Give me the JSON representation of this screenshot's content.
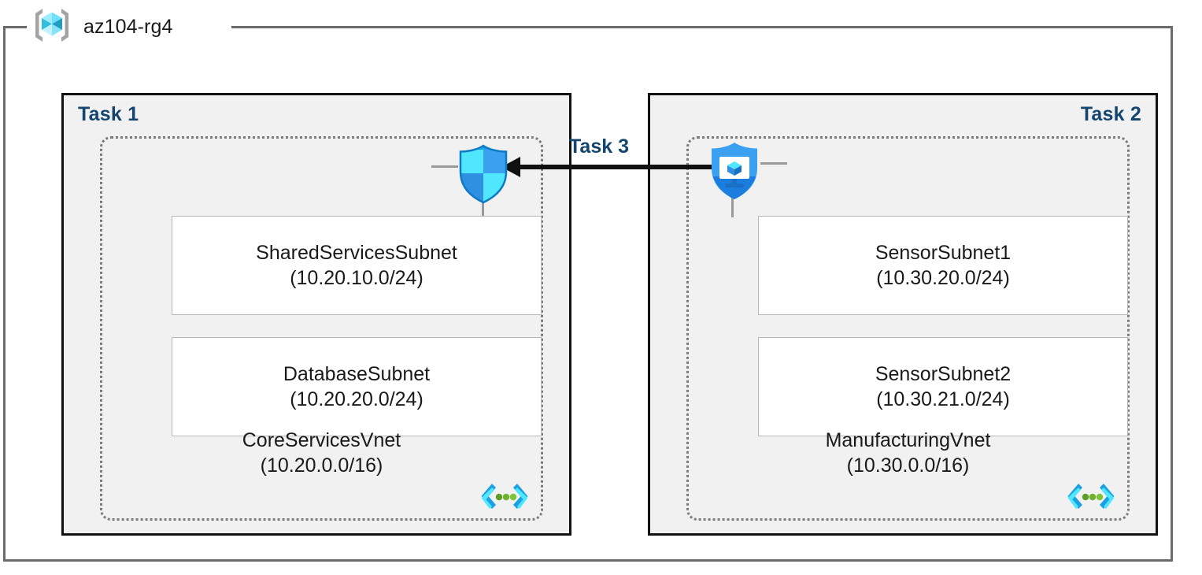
{
  "resource_group": {
    "name": "az104-rg4",
    "icon": "azure-resource-group-icon"
  },
  "tasks": [
    {
      "label": "Task 1",
      "align": "left",
      "vnet": {
        "name": "CoreServicesVnet",
        "cidr": "(10.20.0.0/16)",
        "icon": "virtual-network-icon",
        "subnets": [
          {
            "name": "SharedServicesSubnet",
            "cidr": "(10.20.10.0/24)"
          },
          {
            "name": "DatabaseSubnet",
            "cidr": "(10.20.20.0/24)"
          }
        ]
      }
    },
    {
      "label": "Task 2",
      "align": "right",
      "vnet": {
        "name": "ManufacturingVnet",
        "cidr": "(10.30.0.0/16)",
        "icon": "virtual-network-icon",
        "subnets": [
          {
            "name": "SensorSubnet1",
            "cidr": "(10.30.20.0/24)"
          },
          {
            "name": "SensorSubnet2",
            "cidr": "(10.30.21.0/24)"
          }
        ]
      }
    }
  ],
  "connection": {
    "label": "Task 3",
    "direction": "right-to-left",
    "source_icon": "azure-bastion-shield-icon",
    "target_icon": "azure-firewall-shield-icon"
  },
  "colors": {
    "task_label": "#13456e",
    "task_box_fill": "#f1f1f1",
    "task_box_border": "#121212",
    "rg_border": "#6b6b6b",
    "vnet_border": "#7a7a7a",
    "subnet_border": "#b8b8b8",
    "arrow": "#111111",
    "icon_cyan": "#50e6ff",
    "icon_blue": "#0078d4",
    "icon_green": "#5e9e26"
  }
}
